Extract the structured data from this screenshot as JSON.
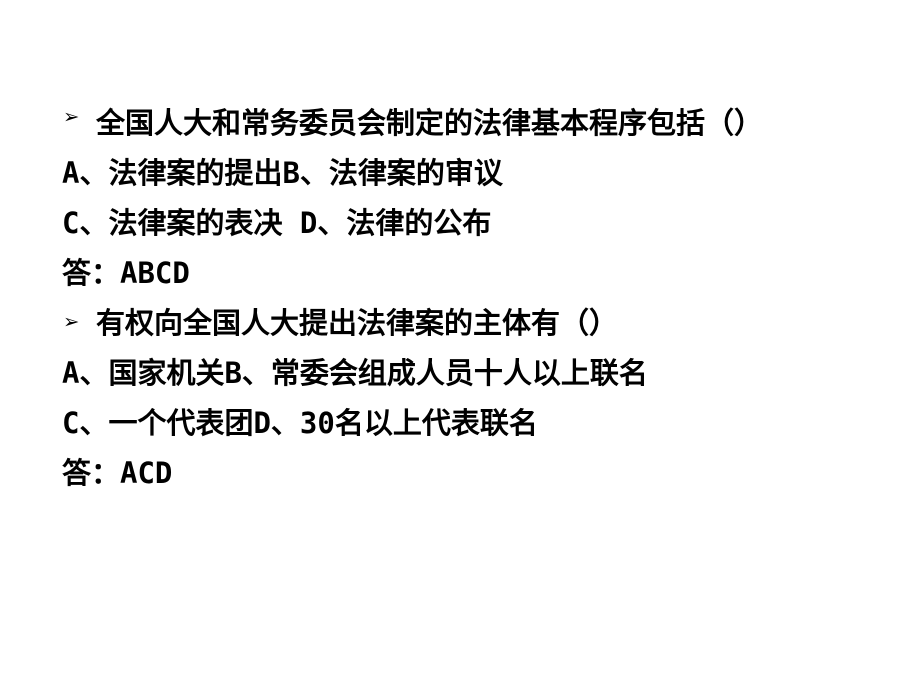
{
  "slide": {
    "bullet_glyph": "➢",
    "question1": {
      "text": "全国人大和常务委员会制定的法律基本程序包括（）",
      "options_line1": "A、法律案的提出B、法律案的审议",
      "options_line2": "C、法律案的表决 D、法律的公布",
      "answer": "答：ABCD"
    },
    "question2": {
      "text": "有权向全国人大提出法律案的主体有（）",
      "options_line1": "A、国家机关B、常委会组成人员十人以上联名",
      "options_line2": "C、一个代表团D、30名以上代表联名",
      "answer": "答：ACD"
    }
  }
}
